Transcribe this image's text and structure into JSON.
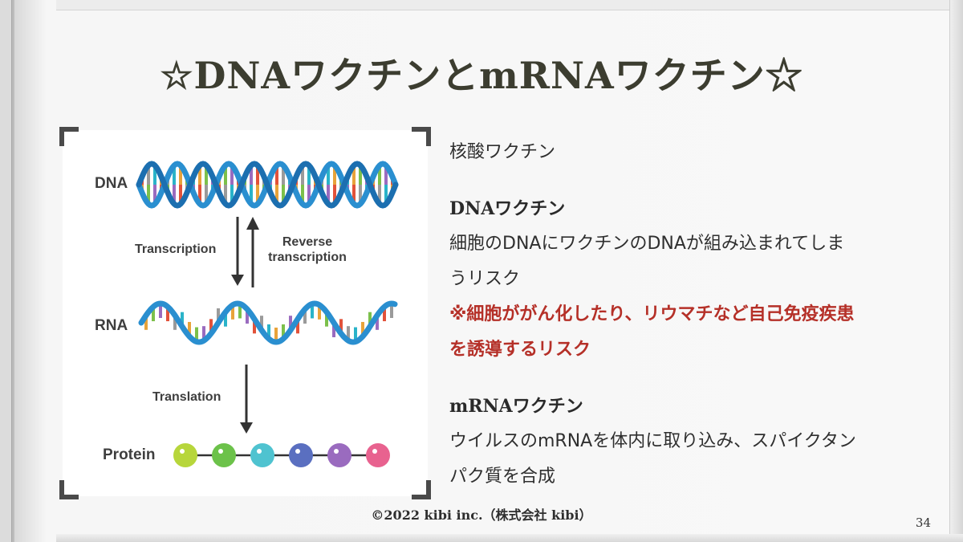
{
  "slide": {
    "title": "☆DNAワクチンとmRNAワクチン☆",
    "footer": "©2022 kibi inc.（株式会社 kibi）",
    "page_number": "34"
  },
  "figure": {
    "dna_label": "DNA",
    "transcription_label": "Transcription",
    "reverse_label_line1": "Reverse",
    "reverse_label_line2": "transcription",
    "rna_label": "RNA",
    "translation_label": "Translation",
    "protein_label": "Protein",
    "protein_colors": [
      "#b7d63b",
      "#6cc24a",
      "#4fc3d0",
      "#5a6fc0",
      "#9a6bbf",
      "#e8628f"
    ],
    "helix_color": "#2a8fd0",
    "base_colors": [
      "#e8a33a",
      "#7cc04b",
      "#9a6bbf",
      "#e2523a",
      "#9a9a9a",
      "#2ab3c9"
    ]
  },
  "content": {
    "intro": "核酸ワクチン",
    "dna_heading": "DNAワクチン",
    "dna_desc_line1": "細胞のDNAにワクチンのDNAが組み込まれてしま",
    "dna_desc_line2": "うリスク",
    "dna_risk_line1": "※細胞ががん化したり、リウマチなど自己免疫疾患",
    "dna_risk_line2": "を誘導するリスク",
    "mrna_heading": "mRNAワクチン",
    "mrna_desc_line1": "ウイルスのmRNAを体内に取り込み、スパイクタン",
    "mrna_desc_line2": "パク質を合成"
  }
}
